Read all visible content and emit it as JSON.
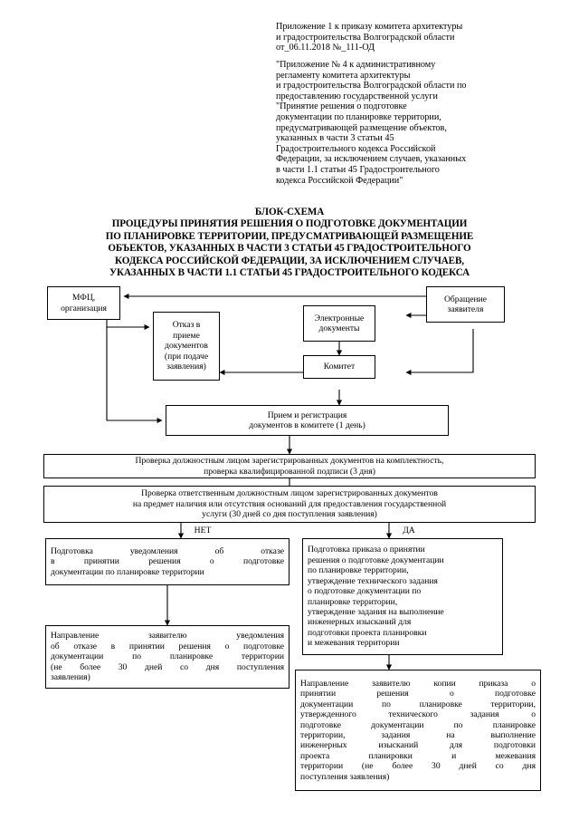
{
  "document": {
    "header_reference": {
      "lines": [
        "Приложение 1 к приказу комитета архитектуры",
        "и градостроительства Волгоградской области",
        "от_06.11.2018 №_111-ОД"
      ]
    },
    "header_quote": {
      "lines": [
        "\"Приложение № 4 к административному",
        "регламенту комитета архитектуры",
        "и градостроительства Волгоградской области по",
        "предоставлению государственной услуги",
        "\"Принятие решения о подготовке",
        "документации по планировке территории,",
        "предусматривающей размещение объектов,",
        "указанных в части 3 статьи 45",
        "Градостроительного кодекса Российской",
        "Федерации, за исключением случаев, указанных",
        "в части 1.1 статьи 45 Градостроительного",
        "кодекса Российской Федерации\""
      ]
    },
    "title": {
      "lines": [
        "БЛОК-СХЕМА",
        "ПРОЦЕДУРЫ ПРИНЯТИЯ РЕШЕНИЯ О ПОДГОТОВКЕ ДОКУМЕНТАЦИИ",
        "ПО ПЛАНИРОВКЕ ТЕРРИТОРИИ, ПРЕДУСМАТРИВАЮЩЕЙ РАЗМЕЩЕНИЕ",
        "ОБЪЕКТОВ, УКАЗАННЫХ В ЧАСТИ 3 СТАТЬИ 45 ГРАДОСТРОИТЕЛЬНОГО",
        "КОДЕКСА РОССИЙСКОЙ ФЕДЕРАЦИИ, ЗА ИСКЛЮЧЕНИЕМ СЛУЧАЕВ,",
        "УКАЗАННЫХ В ЧАСТИ 1.1 СТАТЬИ 45 ГРАДОСТРОИТЕЛЬНОГО КОДЕКСА"
      ]
    }
  },
  "flowchart": {
    "nodes": {
      "mfc": {
        "lines": [
          "МФЦ,",
          "организация"
        ]
      },
      "refusal_intake": {
        "lines": [
          "Отказ в",
          "приеме",
          "документов",
          "(при подаче",
          "заявления)"
        ]
      },
      "electronic_documents": {
        "lines": [
          "Электронные",
          "документы"
        ]
      },
      "applicant_request": {
        "lines": [
          "Обращение",
          "заявителя"
        ]
      },
      "committee": {
        "lines": [
          "Комитет"
        ]
      },
      "intake_registration": {
        "lines": [
          "Прием и регистрация",
          "документов в комитете (1 день)"
        ]
      },
      "completeness_check": {
        "lines": [
          "Проверка должностным лицом зарегистрированных документов на комплектность,",
          "проверка квалифицированной подписи (3 дня)"
        ]
      },
      "grounds_check": {
        "lines": [
          "Проверка ответственным должностным лицом зарегистрированных документов",
          "на предмет наличия или отсутствия оснований для предоставления государственной",
          "услуги (30 дней со дня поступления заявления)"
        ]
      },
      "prepare_refusal_notice": {
        "lines": [
          "Подготовка уведомления об отказе",
          "в принятии решения о подготовке",
          "документации по планировке территории"
        ]
      },
      "prepare_order": {
        "lines": [
          "Подготовка приказа о принятии",
          "решения о подготовке документации",
          "по планировке территории,",
          "утверждение технического задания",
          "о подготовке документации по",
          "планировке территории,",
          "утверждение задания на выполнение",
          "инженерных  изысканий для",
          "подготовки проекта планировки",
          "и межевания территории"
        ]
      },
      "send_refusal_notice": {
        "lines": [
          "Направление заявителю уведомления",
          "об отказе в принятии решения о подготовке",
          "документации по планировке территории",
          "(не более 30 дней со дня поступления",
          "заявления)"
        ]
      },
      "send_order_copy": {
        "lines": [
          "Направление заявителю копии приказа о",
          "принятии решения о подготовке",
          "документации по планировке территории,",
          "утвержденного технического задания о",
          "подготовке документации по планировке",
          "территории, задания на выполнение",
          "инженерных изысканий для подготовки",
          "проекта планировки и межевания",
          "территории (не более 30 дней со дня",
          "поступления заявления)"
        ]
      }
    },
    "decision_labels": {
      "no": "НЕТ",
      "yes": "ДА"
    },
    "colors": {
      "line": "#000000",
      "box_border": "#000000",
      "background": "#ffffff"
    }
  }
}
